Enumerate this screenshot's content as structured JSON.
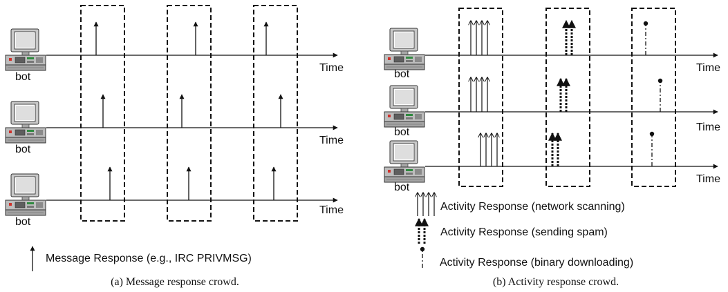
{
  "panel_a": {
    "bot_labels": [
      "bot",
      "bot",
      "bot"
    ],
    "time_labels": [
      "Time",
      "Time",
      "Time"
    ],
    "legend": {
      "message_response": "Message Response (e.g., IRC PRIVMSG)"
    },
    "caption": "(a)  Message response crowd."
  },
  "panel_b": {
    "bot_labels": [
      "bot",
      "bot",
      "bot"
    ],
    "time_labels": [
      "Time",
      "Time",
      "Time"
    ],
    "legend": {
      "network_scanning": "Activity Response (network scanning)",
      "sending_spam": "Activity Response (sending spam)",
      "binary_downloading": "Activity Response (binary downloading)"
    },
    "caption": "(b)  Activity response crowd."
  }
}
